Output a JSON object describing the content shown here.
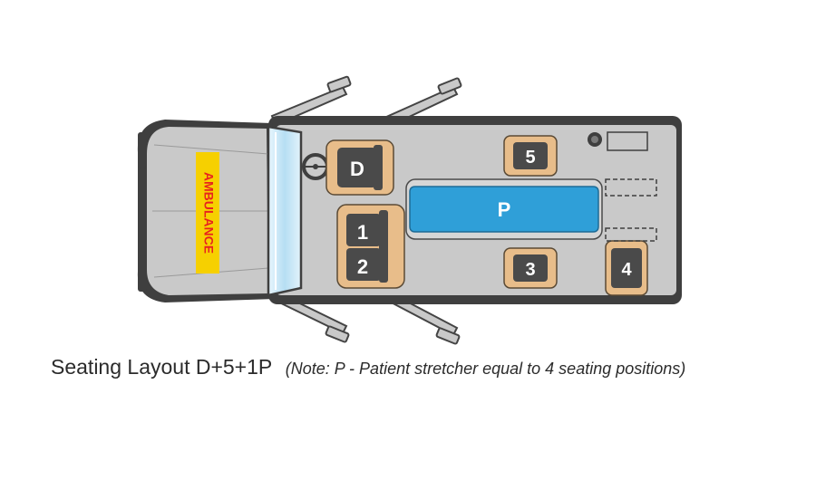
{
  "vehicle": {
    "label": "AMBULANCE",
    "colors": {
      "body": "#c9c9c9",
      "body_outline": "#3f3f3f",
      "windshield": "#bfe3f5",
      "seat_frame": "#e8bd8a",
      "seat": "#4a4a4a",
      "stretcher": "#2f9fd8",
      "label_bg": "#f6d000",
      "label_text": "#e8231e"
    }
  },
  "seats": [
    {
      "id": "D",
      "label": "D"
    },
    {
      "id": "1",
      "label": "1"
    },
    {
      "id": "2",
      "label": "2"
    },
    {
      "id": "3",
      "label": "3"
    },
    {
      "id": "4",
      "label": "4"
    },
    {
      "id": "5",
      "label": "5"
    }
  ],
  "stretcher": {
    "label": "P"
  },
  "caption": {
    "title": "Seating Layout D+5+1P",
    "note": "(Note: P - Patient stretcher equal to 4 seating positions)"
  }
}
